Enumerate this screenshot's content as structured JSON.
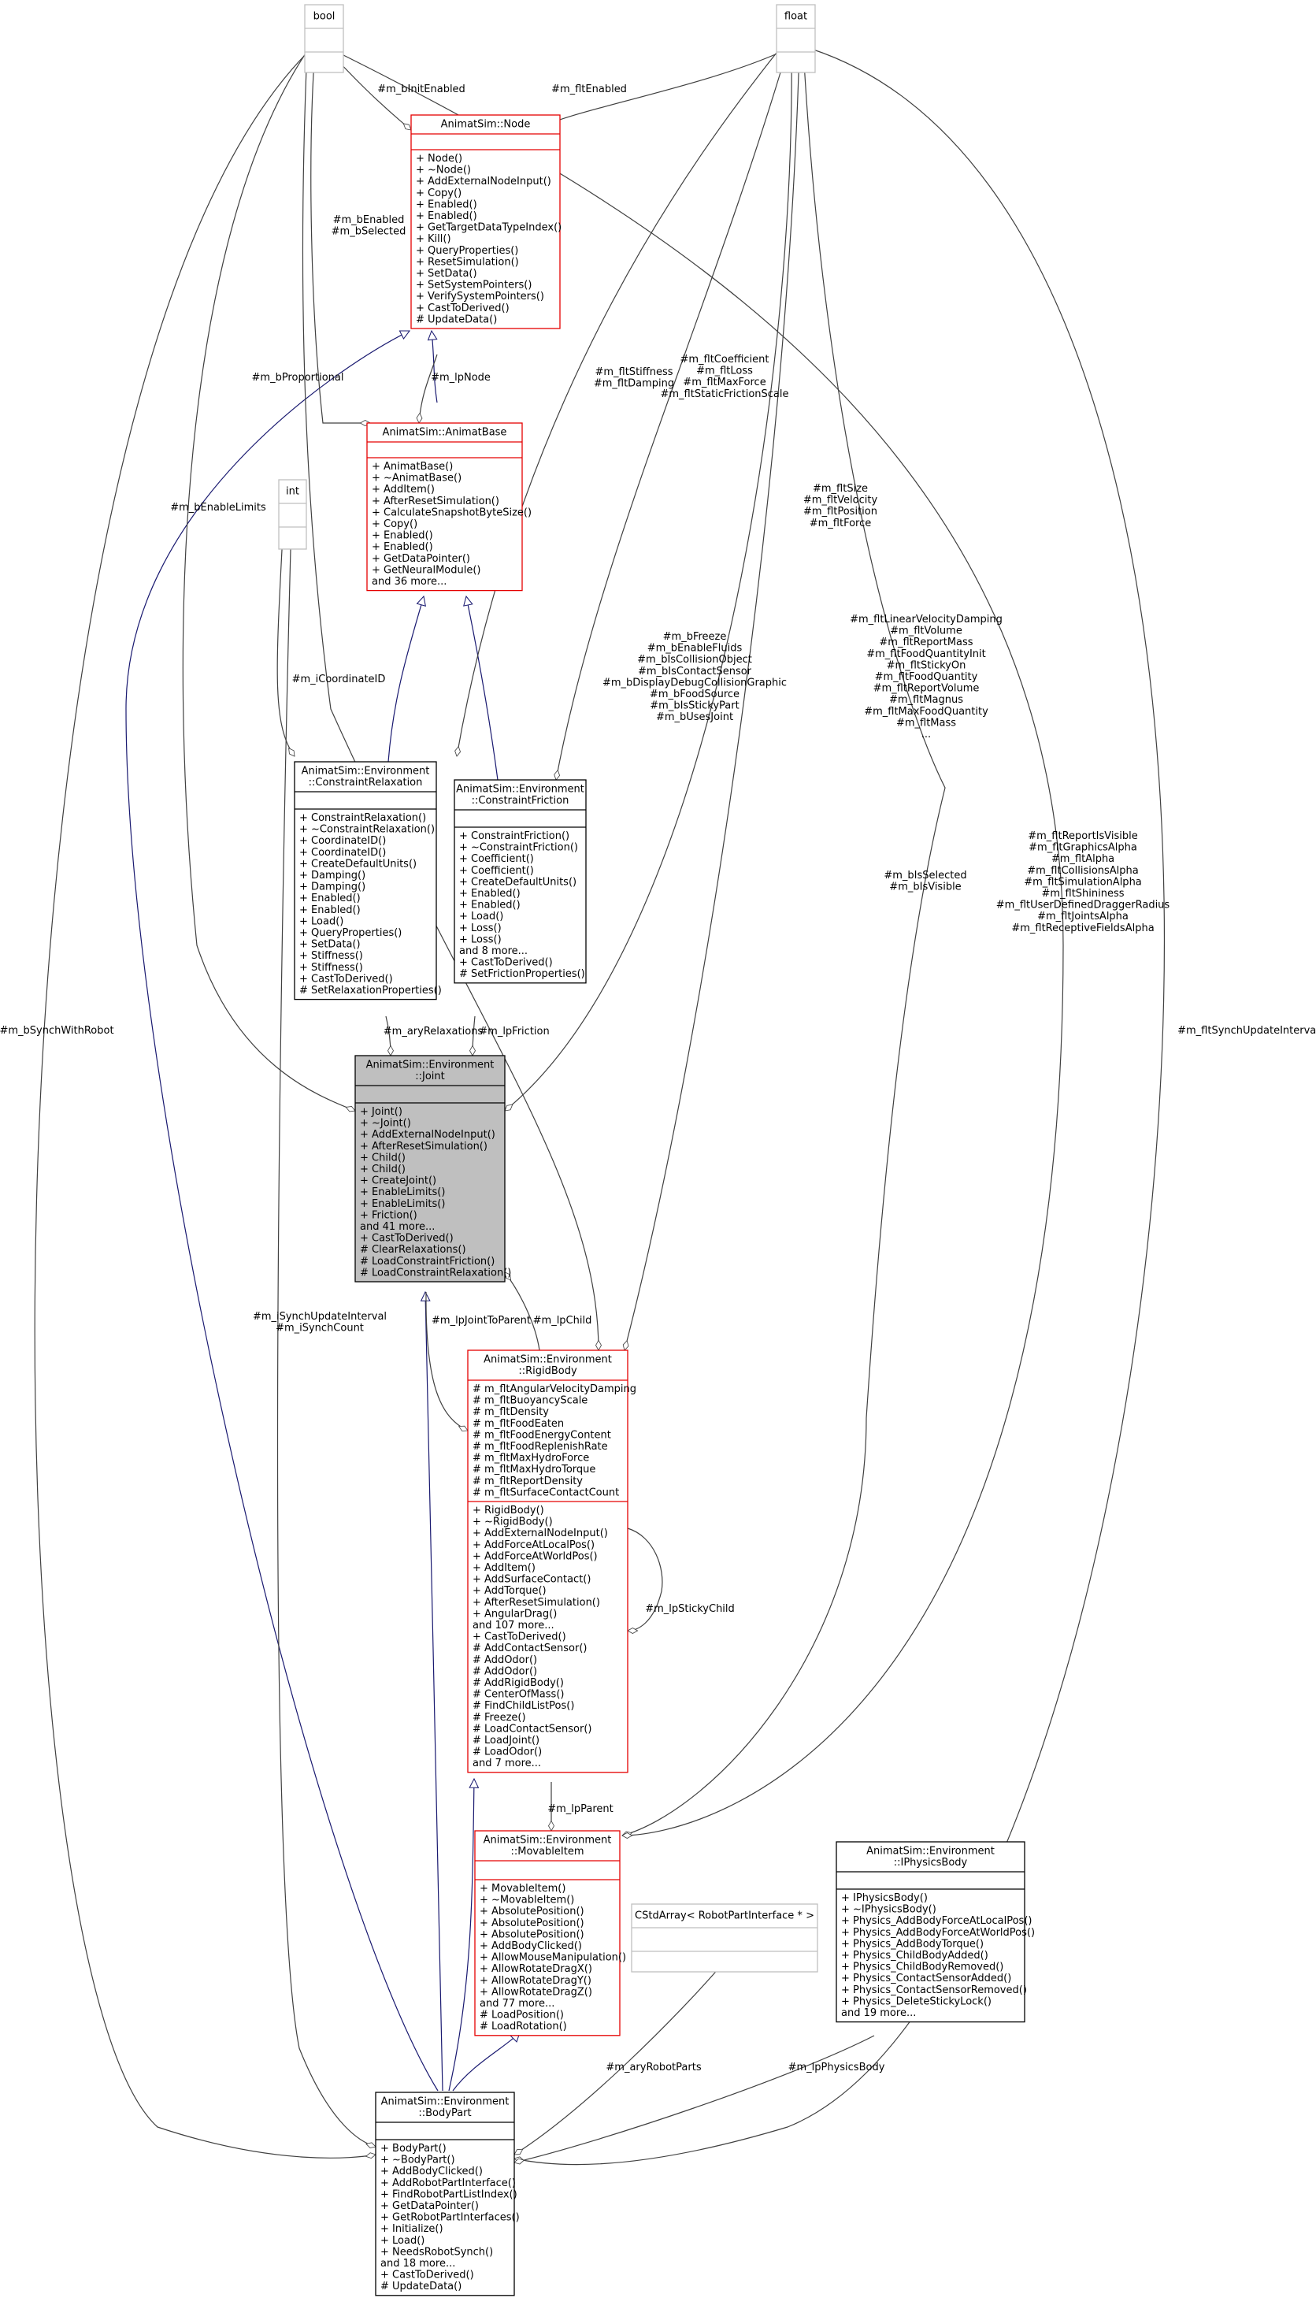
{
  "nodes": {
    "bool": {
      "title": [
        "bool"
      ],
      "compartments": [
        [],
        []
      ]
    },
    "float": {
      "title": [
        "float"
      ],
      "compartments": [
        [],
        []
      ]
    },
    "int": {
      "title": [
        "int"
      ],
      "compartments": [
        [],
        []
      ]
    },
    "node": {
      "title": [
        "AnimatSim::Node"
      ],
      "compartments": [
        [],
        [
          "+ Node()",
          "+ ~Node()",
          "+ AddExternalNodeInput()",
          "+ Copy()",
          "+ Enabled()",
          "+ Enabled()",
          "+ GetTargetDataTypeIndex()",
          "+ Kill()",
          "+ QueryProperties()",
          "+ ResetSimulation()",
          "+ SetData()",
          "+ SetSystemPointers()",
          "+ VerifySystemPointers()",
          "+ CastToDerived()",
          "# UpdateData()"
        ]
      ]
    },
    "animatbase": {
      "title": [
        "AnimatSim::AnimatBase"
      ],
      "compartments": [
        [],
        [
          "+ AnimatBase()",
          "+ ~AnimatBase()",
          "+ AddItem()",
          "+ AfterResetSimulation()",
          "+ CalculateSnapshotByteSize()",
          "+ Copy()",
          "+ Enabled()",
          "+ Enabled()",
          "+ GetDataPointer()",
          "+ GetNeuralModule()",
          "and 36 more..."
        ]
      ]
    },
    "constraintrelaxation": {
      "title": [
        "AnimatSim::Environment",
        "::ConstraintRelaxation"
      ],
      "compartments": [
        [],
        [
          "+ ConstraintRelaxation()",
          "+ ~ConstraintRelaxation()",
          "+ CoordinateID()",
          "+ CoordinateID()",
          "+ CreateDefaultUnits()",
          "+ Damping()",
          "+ Damping()",
          "+ Enabled()",
          "+ Enabled()",
          "+ Load()",
          "+ QueryProperties()",
          "+ SetData()",
          "+ Stiffness()",
          "+ Stiffness()",
          "+ CastToDerived()",
          "# SetRelaxationProperties()"
        ]
      ]
    },
    "constraintfriction": {
      "title": [
        "AnimatSim::Environment",
        "::ConstraintFriction"
      ],
      "compartments": [
        [],
        [
          "+ ConstraintFriction()",
          "+ ~ConstraintFriction()",
          "+ Coefficient()",
          "+ Coefficient()",
          "+ CreateDefaultUnits()",
          "+ Enabled()",
          "+ Enabled()",
          "+ Load()",
          "+ Loss()",
          "+ Loss()",
          "and 8 more...",
          "+ CastToDerived()",
          "# SetFrictionProperties()"
        ]
      ]
    },
    "joint": {
      "title": [
        "AnimatSim::Environment",
        "::Joint"
      ],
      "compartments": [
        [],
        [
          "+ Joint()",
          "+ ~Joint()",
          "+ AddExternalNodeInput()",
          "+ AfterResetSimulation()",
          "+ Child()",
          "+ Child()",
          "+ CreateJoint()",
          "+ EnableLimits()",
          "+ EnableLimits()",
          "+ Friction()",
          "and 41 more...",
          "+ CastToDerived()",
          "# ClearRelaxations()",
          "# LoadConstraintFriction()",
          "# LoadConstraintRelaxation()"
        ]
      ]
    },
    "rigidbody": {
      "title": [
        "AnimatSim::Environment",
        "::RigidBody"
      ],
      "compartments": [
        [
          "# m_fltAngularVelocityDamping",
          "# m_fltBuoyancyScale",
          "# m_fltDensity",
          "# m_fltFoodEaten",
          "# m_fltFoodEnergyContent",
          "# m_fltFoodReplenishRate",
          "# m_fltMaxHydroForce",
          "# m_fltMaxHydroTorque",
          "# m_fltReportDensity",
          "# m_fltSurfaceContactCount"
        ],
        [
          "+ RigidBody()",
          "+ ~RigidBody()",
          "+ AddExternalNodeInput()",
          "+ AddForceAtLocalPos()",
          "+ AddForceAtWorldPos()",
          "+ AddItem()",
          "+ AddSurfaceContact()",
          "+ AddTorque()",
          "+ AfterResetSimulation()",
          "+ AngularDrag()",
          "and 107 more...",
          "+ CastToDerived()",
          "# AddContactSensor()",
          "# AddOdor()",
          "# AddOdor()",
          "# AddRigidBody()",
          "# CenterOfMass()",
          "# FindChildListPos()",
          "# Freeze()",
          "# LoadContactSensor()",
          "# LoadJoint()",
          "# LoadOdor()",
          "and 7 more..."
        ]
      ]
    },
    "movableitem": {
      "title": [
        "AnimatSim::Environment",
        "::MovableItem"
      ],
      "compartments": [
        [],
        [
          "+ MovableItem()",
          "+ ~MovableItem()",
          "+ AbsolutePosition()",
          "+ AbsolutePosition()",
          "+ AbsolutePosition()",
          "+ AddBodyClicked()",
          "+ AllowMouseManipulation()",
          "+ AllowRotateDragX()",
          "+ AllowRotateDragY()",
          "+ AllowRotateDragZ()",
          "and 77 more...",
          "# LoadPosition()",
          "# LoadRotation()"
        ]
      ]
    },
    "cstdarray": {
      "title": [
        "CStdArray< RobotPartInterface * >"
      ],
      "compartments": [
        [],
        []
      ]
    },
    "iphysicsbody": {
      "title": [
        "AnimatSim::Environment",
        "::IPhysicsBody"
      ],
      "compartments": [
        [],
        [
          "+ IPhysicsBody()",
          "+ ~IPhysicsBody()",
          "+ Physics_AddBodyForceAtLocalPos()",
          "+ Physics_AddBodyForceAtWorldPos()",
          "+ Physics_AddBodyTorque()",
          "+ Physics_ChildBodyAdded()",
          "+ Physics_ChildBodyRemoved()",
          "+ Physics_ContactSensorAdded()",
          "+ Physics_ContactSensorRemoved()",
          "+ Physics_DeleteStickyLock()",
          "and 19 more..."
        ]
      ]
    },
    "bodypart": {
      "title": [
        "AnimatSim::Environment",
        "::BodyPart"
      ],
      "compartments": [
        [],
        [
          "+ BodyPart()",
          "+ ~BodyPart()",
          "+ AddBodyClicked()",
          "+ AddRobotPartInterface()",
          "+ FindRobotPartListIndex()",
          "+ GetDataPointer()",
          "+ GetRobotPartInterfaces()",
          "+ Initialize()",
          "+ Load()",
          "+ NeedsRobotSynch()",
          "and 18 more...",
          "+ CastToDerived()",
          "# UpdateData()"
        ]
      ]
    }
  },
  "edge_labels": {
    "m_bInitEnabled": [
      "#m_bInitEnabled"
    ],
    "m_fltEnabled": [
      "#m_fltEnabled"
    ],
    "m_bEnabled": [
      "#m_bEnabled",
      "#m_bSelected"
    ],
    "m_bProportional": [
      "#m_bProportional"
    ],
    "m_lpNode": [
      "#m_lpNode"
    ],
    "m_fltStiffness": [
      "#m_fltStiffness",
      "#m_fltDamping"
    ],
    "m_fltCoefficient": [
      "#m_fltCoefficient",
      "#m_fltLoss",
      "#m_fltMaxForce",
      "#m_fltStaticFrictionScale"
    ],
    "m_bEnableLimits": [
      "#m_bEnableLimits"
    ],
    "m_fltSize": [
      "#m_fltSize",
      "#m_fltVelocity",
      "#m_fltPosition",
      "#m_fltForce"
    ],
    "m_iCoordinateID": [
      "#m_iCoordinateID"
    ],
    "m_bFreeze": [
      "#m_bFreeze",
      "#m_bEnableFluids",
      "#m_bIsCollisionObject",
      "#m_bIsContactSensor",
      "#m_bDisplayDebugCollisionGraphic",
      "#m_bFoodSource",
      "#m_bIsStickyPart",
      "#m_bUsesJoint"
    ],
    "m_fltLinearVelocityDamping": [
      "#m_fltLinearVelocityDamping",
      "#m_fltVolume",
      "#m_fltReportMass",
      "#m_fltFoodQuantityInit",
      "#m_fltStickyOn",
      "#m_fltFoodQuantity",
      "#m_fltReportVolume",
      "#m_fltMagnus",
      "#m_fltMaxFoodQuantity",
      "#m_fltMass",
      "..."
    ],
    "m_fltReportIsVisible": [
      "#m_fltReportIsVisible",
      "#m_fltGraphicsAlpha",
      "#m_fltAlpha",
      "#m_fltCollisionsAlpha",
      "#m_fltSimulationAlpha",
      "#m_fltShininess",
      "#m_fltUserDefinedDraggerRadius",
      "#m_fltJointsAlpha",
      "#m_fltReceptiveFieldsAlpha"
    ],
    "m_bIsSelected": [
      "#m_bIsSelected",
      "#m_bIsVisible"
    ],
    "m_bSynchWithRobot": [
      "#m_bSynchWithRobot"
    ],
    "m_fltSynchUpdateInterval": [
      "#m_fltSynchUpdateInterval"
    ],
    "m_aryRelaxations": [
      "#m_aryRelaxations"
    ],
    "m_lpFriction": [
      "#m_lpFriction"
    ],
    "m_iSynchUpdateInterval": [
      "#m_iSynchUpdateInterval",
      "#m_iSynchCount"
    ],
    "m_lpJointToParent": [
      "#m_lpJointToParent"
    ],
    "m_lpChild": [
      "#m_lpChild"
    ],
    "m_lpStickyChild": [
      "#m_lpStickyChild"
    ],
    "m_lpParent": [
      "#m_lpParent"
    ],
    "m_aryRobotParts": [
      "#m_aryRobotParts"
    ],
    "m_lpPhysicsBody": [
      "#m_lpPhysicsBody"
    ]
  },
  "colors": {
    "highlight_fill": "#bfbfbf",
    "gray_border": "#bfbfbf",
    "red_border": "#e50000",
    "black_border": "#000000",
    "inheritance_edge": "#191970",
    "usage_edge": "#404040"
  }
}
